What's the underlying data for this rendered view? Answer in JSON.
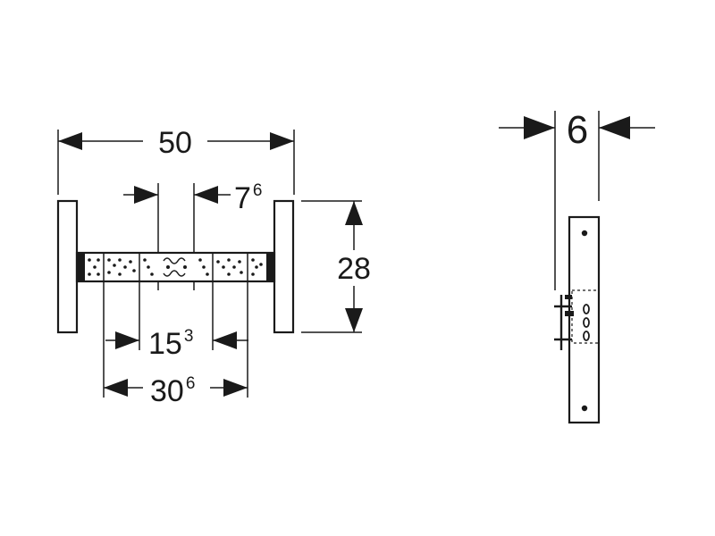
{
  "dimensions": {
    "overall_width": {
      "value": "50"
    },
    "spacing_76": {
      "base": "7",
      "sup": "6"
    },
    "height": {
      "value": "28"
    },
    "spacing_153": {
      "base": "15",
      "sup": "3"
    },
    "spacing_306": {
      "base": "30",
      "sup": "6"
    },
    "depth": {
      "value": "6"
    }
  },
  "colors": {
    "ink": "#1a1a1a",
    "background": "#ffffff"
  }
}
